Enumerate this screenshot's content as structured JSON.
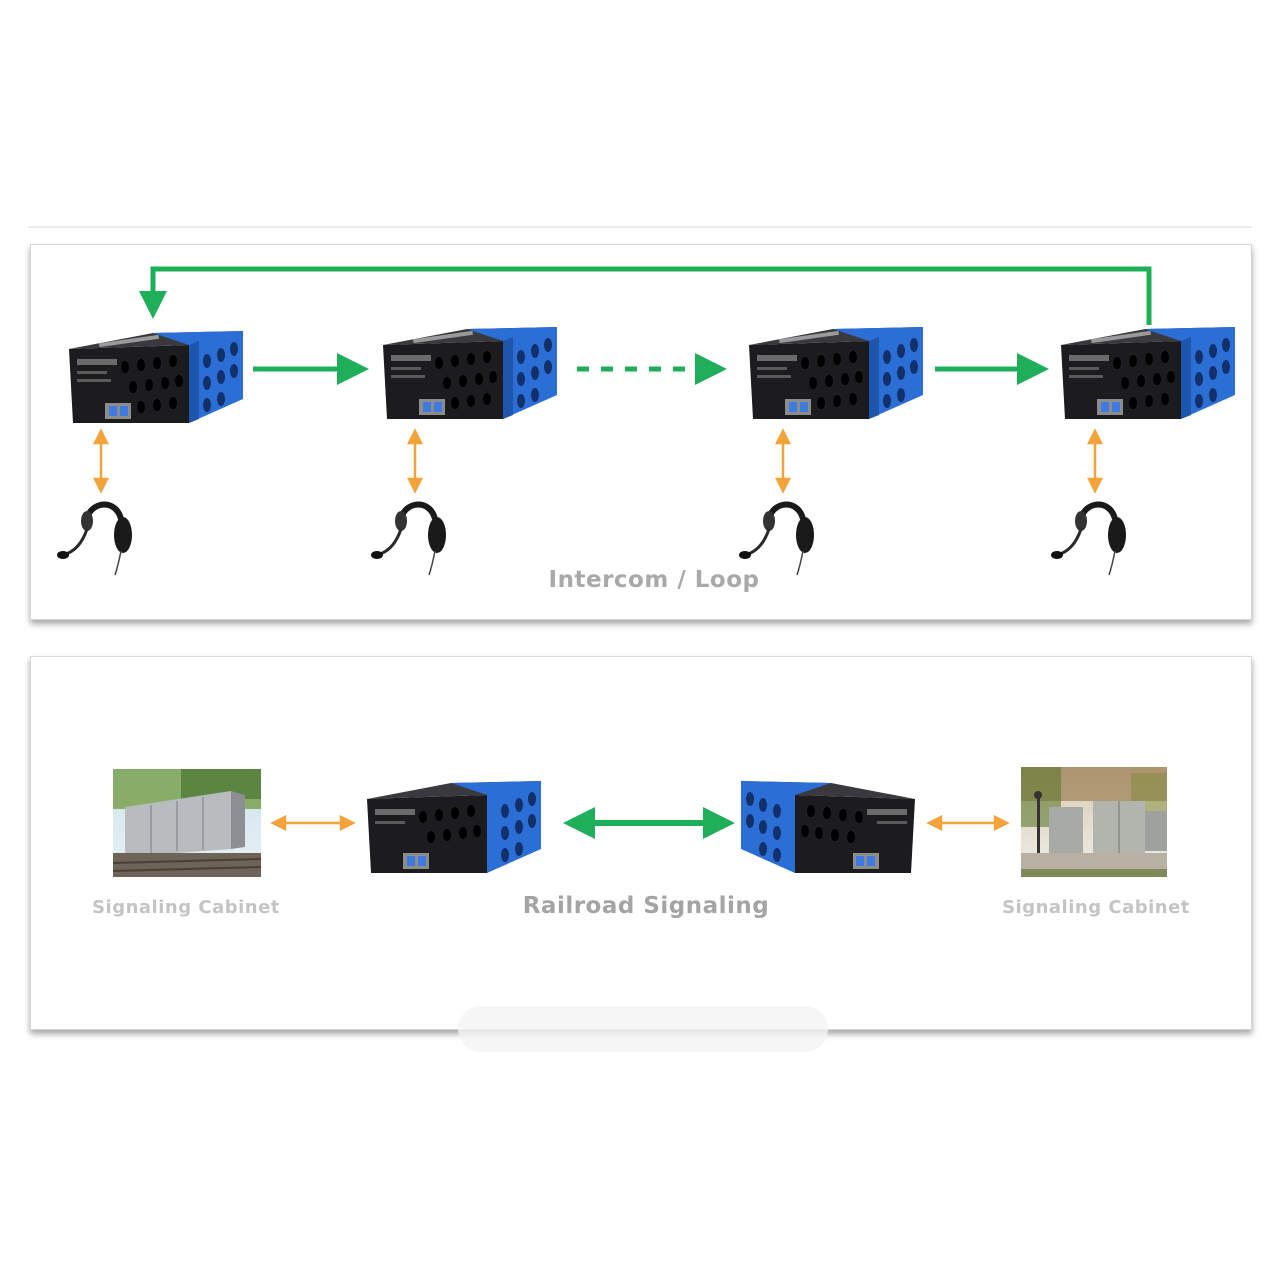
{
  "diagrams": {
    "intercom_loop": {
      "caption": "Intercom / Loop",
      "node_count": 4,
      "link_styles": [
        "solid",
        "dashed",
        "solid"
      ],
      "return_link": "loop back to first unit"
    },
    "railroad_signaling": {
      "caption": "Railroad Signaling",
      "left_endpoint_label": "Signaling Cabinet",
      "right_endpoint_label": "Signaling Cabinet"
    }
  },
  "colors": {
    "fiber_link": "#1fae5a",
    "local_connection": "#f2a33a",
    "device_body": "#1c1c1e",
    "device_panel": "#2b6fd6",
    "caption_text": "#a9a9a9"
  },
  "icons": {
    "device": "fiber-media-converter-icon",
    "headset": "headset-icon",
    "cabinet": "signaling-cabinet-photo"
  }
}
